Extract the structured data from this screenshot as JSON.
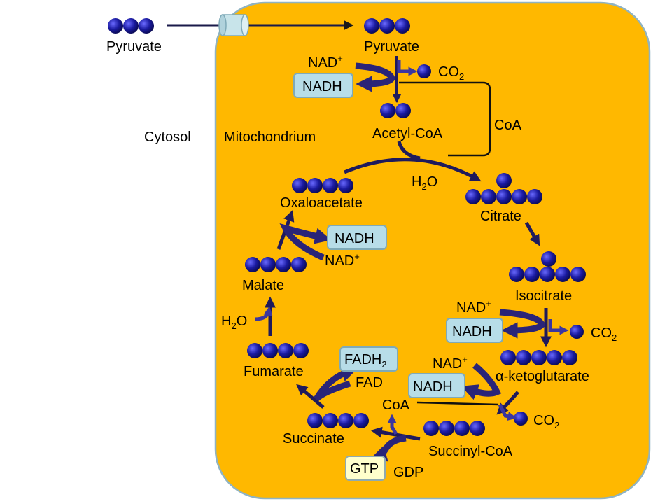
{
  "labels": {
    "pyruvate_out": "Pyruvate",
    "pyruvate_in": "Pyruvate",
    "cytosol": "Cytosol",
    "mitochondrion": "Mitochondrium",
    "acetyl_coa": "Acetyl-CoA",
    "coa_loop": "CoA",
    "h2o_top_main": "H",
    "h2o_top_sub": "2",
    "h2o_top_end": "O",
    "citrate": "Citrate",
    "isocitrate": "Isocitrate",
    "alpha_kg": "α-ketoglutarate",
    "succinyl_coa": "Succinyl-CoA",
    "succinate": "Succinate",
    "fumarate": "Fumarate",
    "malate": "Malate",
    "oxaloacetate": "Oxaloacetate",
    "h2o_left_main": "H",
    "h2o_left_sub": "2",
    "h2o_left_end": "O",
    "coa_bottom": "CoA",
    "gdp": "GDP",
    "gtp": "GTP",
    "fad": "FAD",
    "fadh2_main": "FADH",
    "fadh2_sub": "2"
  },
  "cofactors": {
    "nad1": "NAD",
    "nad1_sup": "+",
    "nadh1": "NADH",
    "co2_1": "CO",
    "co2_1_sub": "2",
    "nad2": "NAD",
    "nad2_sup": "+",
    "nadh2": "NADH",
    "co2_2": "CO",
    "co2_2_sub": "2",
    "nad3": "NAD",
    "nad3_sup": "+",
    "nadh3": "NADH",
    "co2_3": "CO",
    "co2_3_sub": "2",
    "nad4": "NAD",
    "nad4_sup": "+",
    "nadh4": "NADH"
  },
  "colors": {
    "matrix": "#ffb800",
    "membrane": "#8fb3c2",
    "carbon": "#1a1a8c",
    "cofactor_box": "#b7dde8",
    "gtp_box": "#ffffcc",
    "arrow": "#1f1a5c"
  },
  "carbon_counts": {
    "pyruvate_out": 3,
    "pyruvate_in": 3,
    "acetyl_coa": 2,
    "citrate": 6,
    "isocitrate": 6,
    "alpha_kg": 5,
    "succinyl_coa": 4,
    "succinate": 4,
    "fumarate": 4,
    "malate": 4,
    "oxaloacetate": 4
  }
}
